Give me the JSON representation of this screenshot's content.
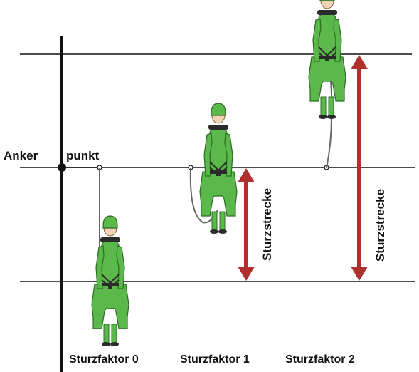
{
  "anchor": {
    "label_left": "Anker",
    "label_right": "punkt"
  },
  "fall_distance_label": "Sturzstrecke",
  "captions": [
    "Sturzfaktor 0",
    "Sturzfaktor 1",
    "Sturzfaktor 2"
  ],
  "colors": {
    "line": "#111111",
    "suit": "#5bb84a",
    "suit_dark": "#2f6b27",
    "skin": "#f2d3b6",
    "harness": "#2b2b2b",
    "rope": "#666666",
    "arrow": "#b0302d"
  }
}
